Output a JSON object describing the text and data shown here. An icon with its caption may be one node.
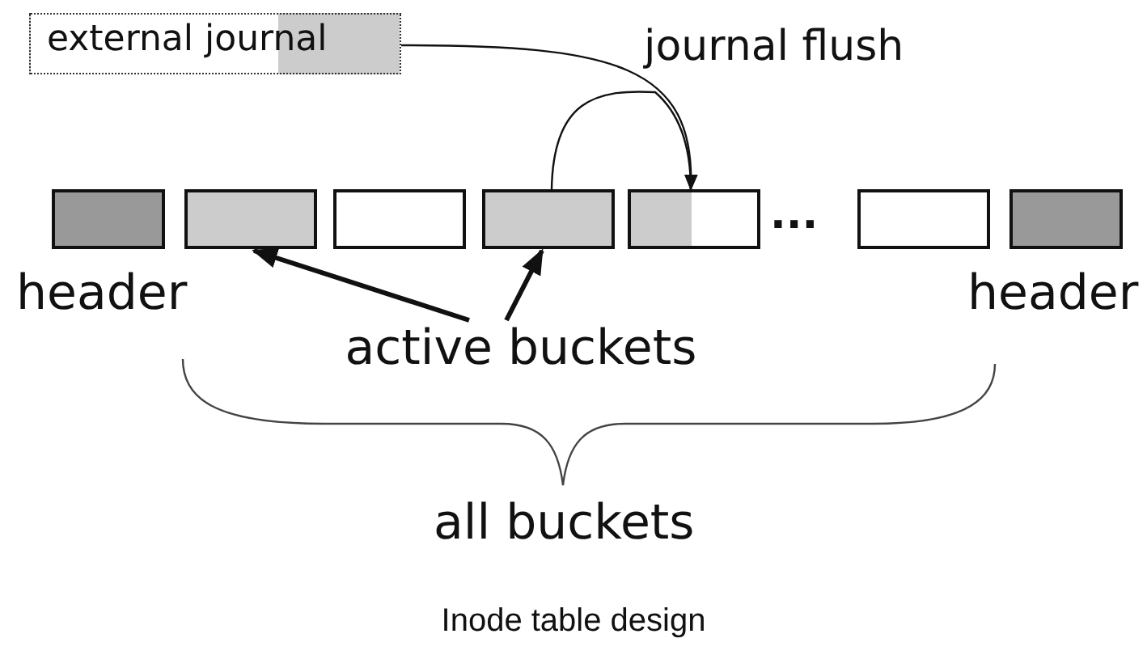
{
  "diagram": {
    "caption": "Inode table design",
    "nodes": [
      {
        "text": [
          "external journal"
        ]
      },
      {
        "text": [],
        "shape": "box",
        "beside": [
          "header"
        ]
      },
      {
        "text": [],
        "shape": "box"
      },
      {
        "text": [],
        "shape": "box"
      },
      {
        "text": [],
        "shape": "box"
      },
      {
        "text": [],
        "shape": "box"
      },
      {
        "text": [],
        "shape": "box"
      },
      {
        "text": [],
        "shape": "box",
        "beside": [
          "header"
        ]
      },
      {
        "text": [
          "active buckets"
        ]
      }
    ],
    "edges": [
      {
        "from": 0,
        "to": 5,
        "arrow": "to"
      },
      {
        "from": 4,
        "to": 5,
        "arrow": "to"
      },
      {
        "from": 8,
        "to": 2,
        "arrow": "to",
        "style": "thick"
      },
      {
        "from": 8,
        "to": 4,
        "arrow": "to",
        "style": "thick"
      }
    ],
    "labels": [
      "journal flush",
      "...",
      "all buckets"
    ]
  }
}
